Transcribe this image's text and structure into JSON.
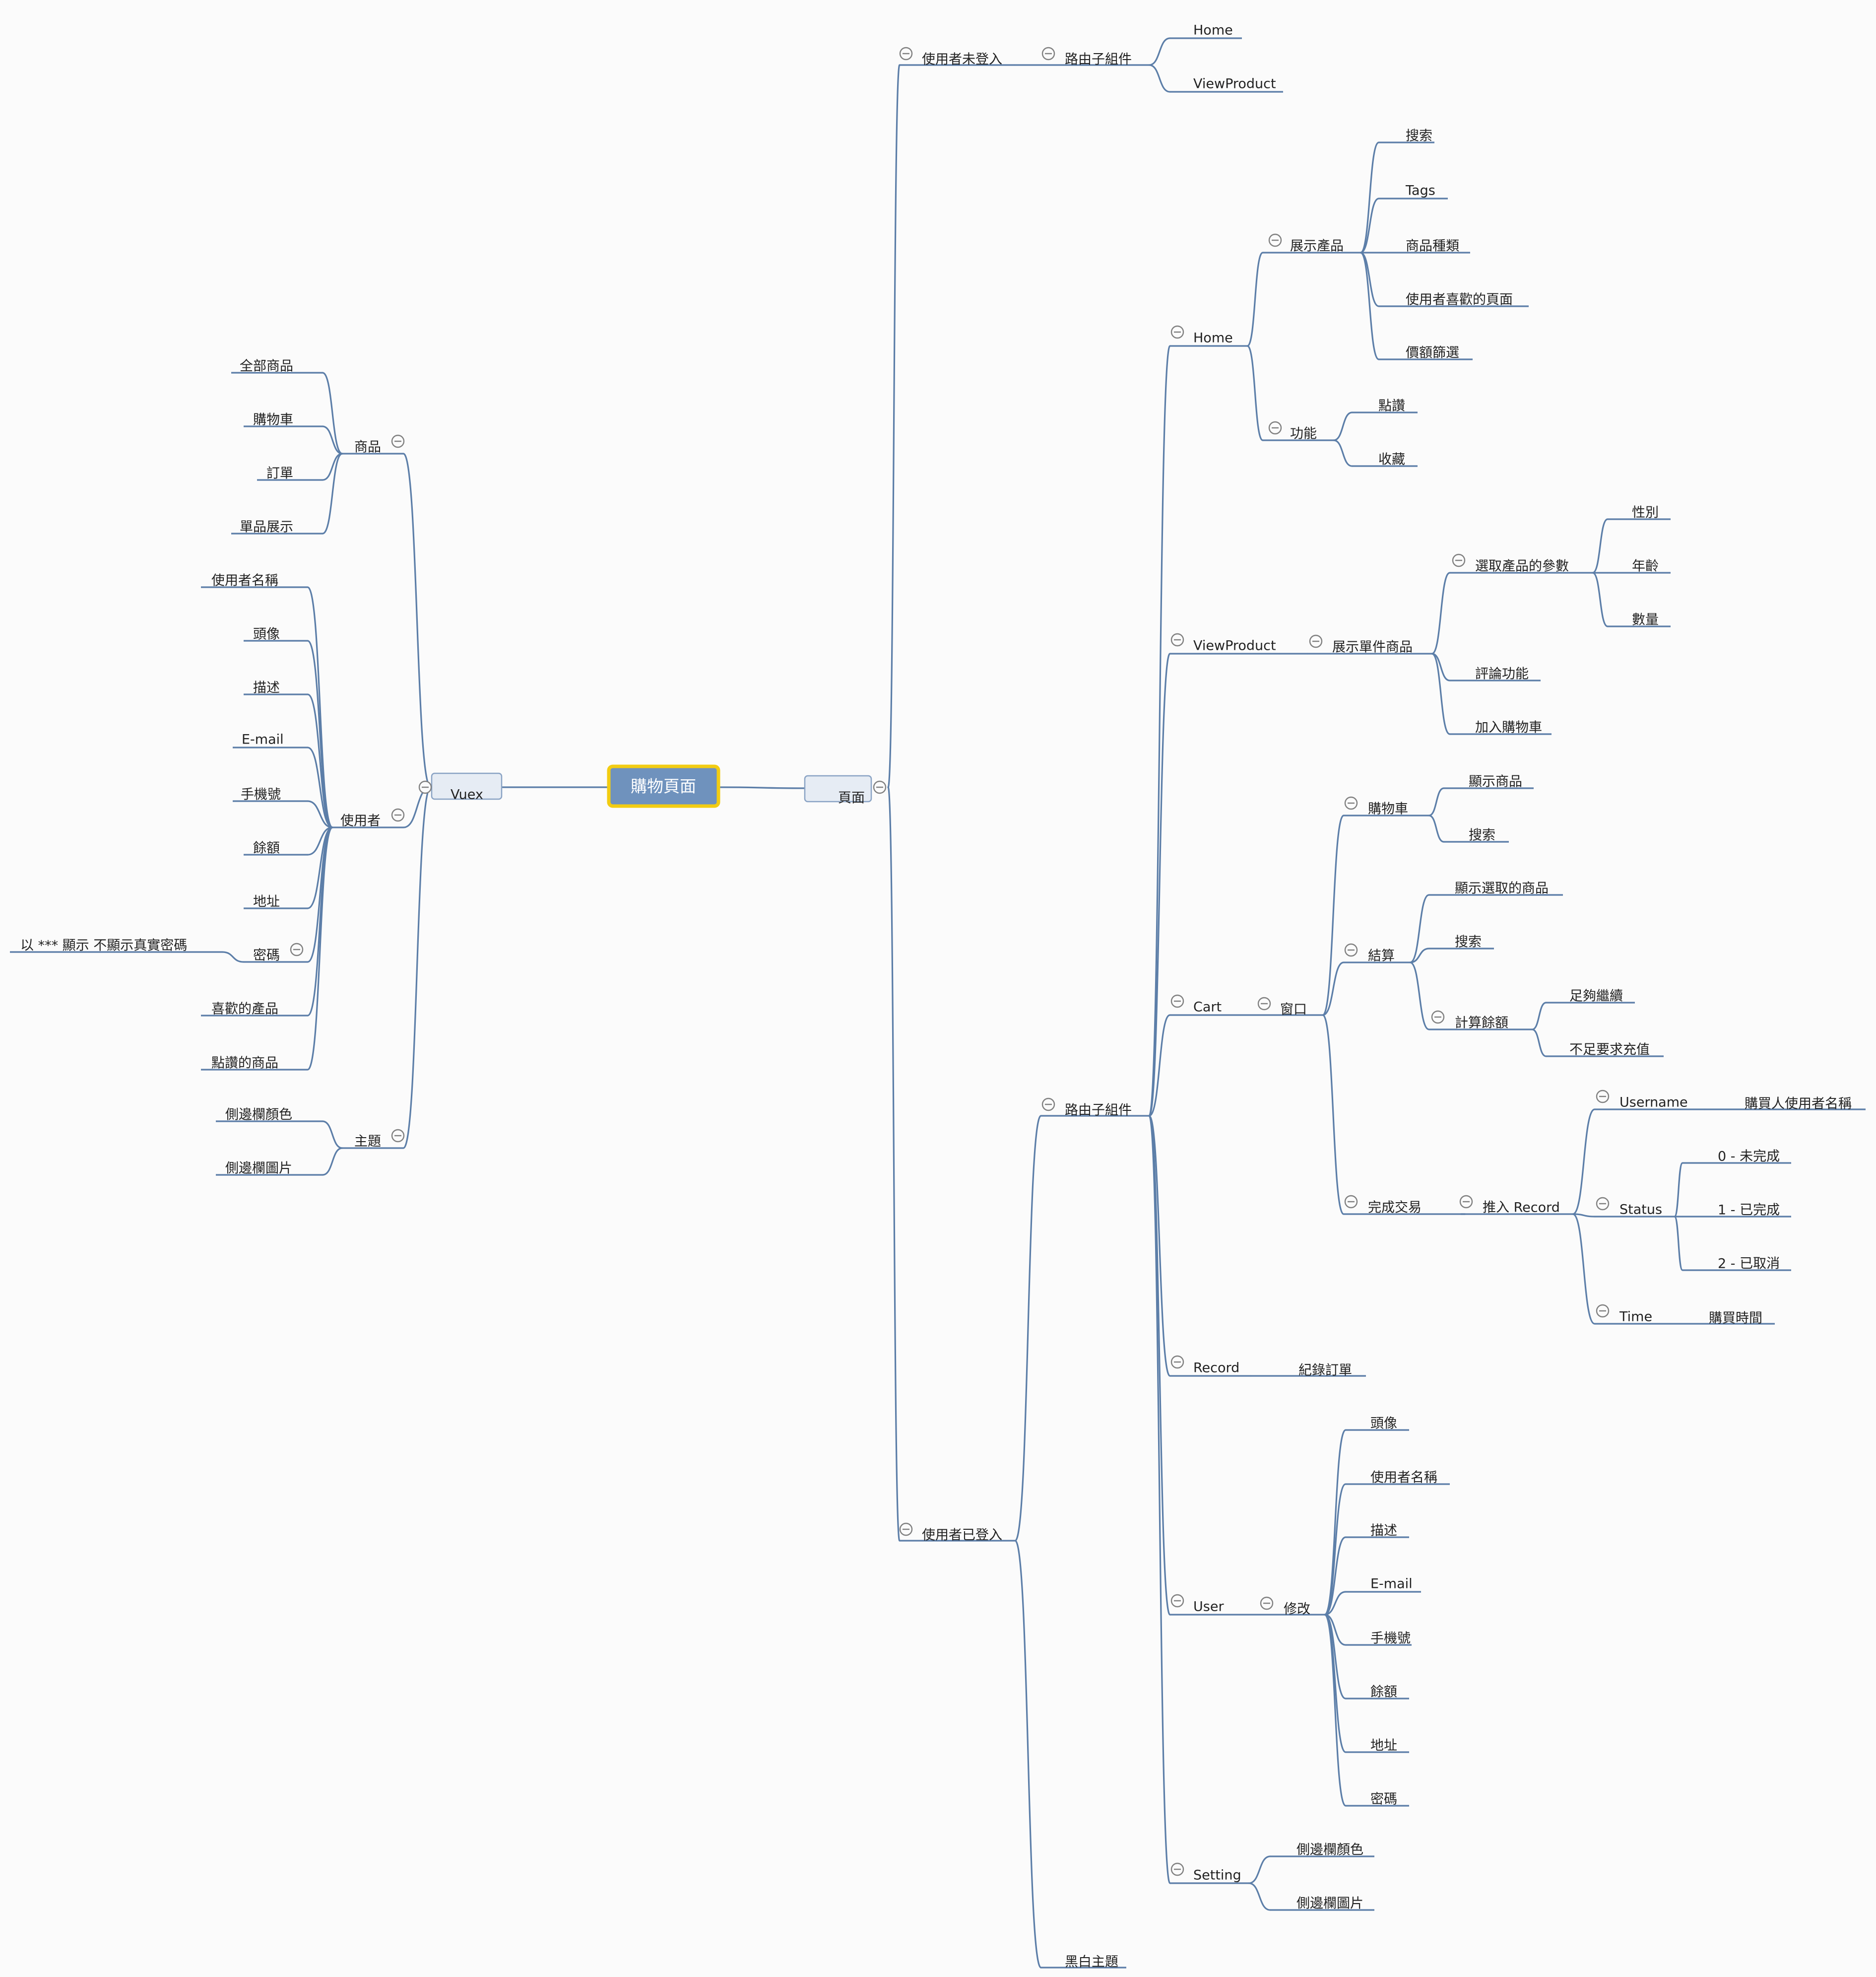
{
  "colors": {
    "line": "#5c7ea8",
    "root_fill": "#6f92bd",
    "root_border": "#f2cc12",
    "box_fill": "#e6ecf4",
    "background": "#fbfbfb"
  },
  "icons": {
    "collapse_toggle": "collapse-toggle-icon"
  },
  "root": "購物頁面",
  "branches": {
    "vuex": "Vuex",
    "vuex_products": "商品",
    "vuex_products_all": "全部商品",
    "vuex_products_cart": "購物車",
    "vuex_products_orders": "訂單",
    "vuex_products_single": "單品展示",
    "vuex_user": "使用者",
    "vuex_user_name": "使用者名稱",
    "vuex_user_avatar": "頭像",
    "vuex_user_desc": "描述",
    "vuex_user_email": "E-mail",
    "vuex_user_phone": "手機號",
    "vuex_user_balance": "餘額",
    "vuex_user_address": "地址",
    "vuex_user_password": "密碼",
    "vuex_user_password_note": "以 *** 顯示 不顯示真實密碼",
    "vuex_user_liked": "喜歡的產品",
    "vuex_user_upvoted": "點讚的商品",
    "vuex_theme": "主題",
    "vuex_theme_sidebar_color": "側邊欄顏色",
    "vuex_theme_sidebar_image": "側邊欄圖片",
    "pages": "頁面",
    "logged_out": "使用者未登入",
    "lo_router": "路由子組件",
    "lo_home": "Home",
    "lo_viewproduct": "ViewProduct",
    "logged_in": "使用者已登入",
    "li_router": "路由子組件",
    "li_bw_theme": "黑白主題",
    "home": "Home",
    "home_showcase": "展示產品",
    "home_search": "搜索",
    "home_tags": "Tags",
    "home_category": "商品種類",
    "home_liked_page": "使用者喜歡的頁面",
    "home_price_filter": "價額篩選",
    "home_features": "功能",
    "home_upvote": "點讚",
    "home_favorite": "收藏",
    "vp": "ViewProduct",
    "vp_single": "展示單件商品",
    "vp_params": "選取產品的參數",
    "vp_gender": "性別",
    "vp_age": "年齡",
    "vp_qty": "數量",
    "vp_review": "評論功能",
    "vp_add_cart": "加入購物車",
    "cart": "Cart",
    "cart_window": "窗口",
    "cart_cart": "購物車",
    "cart_show": "顯示商品",
    "cart_search": "搜索",
    "cart_checkout": "結算",
    "cart_show_selected": "顯示選取的商品",
    "cart_search2": "搜索",
    "cart_calc": "計算餘額",
    "cart_enough": "足夠繼續",
    "cart_topup": "不足要求充值",
    "cart_complete": "完成交易",
    "cart_push": "推入 Record",
    "rec_username": "Username",
    "rec_buyer": "購買人使用者名稱",
    "rec_status": "Status",
    "rec_s0": "0 - 未完成",
    "rec_s1": "1 - 已完成",
    "rec_s2": "2 - 已取消",
    "rec_time": "Time",
    "rec_time_val": "購買時間",
    "record": "Record",
    "record_log": "紀錄訂單",
    "user": "User",
    "user_edit": "修改",
    "u_avatar": "頭像",
    "u_name": "使用者名稱",
    "u_desc": "描述",
    "u_email": "E-mail",
    "u_phone": "手機號",
    "u_balance": "餘額",
    "u_address": "地址",
    "u_password": "密碼",
    "setting": "Setting",
    "set_color": "側邊欄顏色",
    "set_image": "側邊欄圖片"
  }
}
